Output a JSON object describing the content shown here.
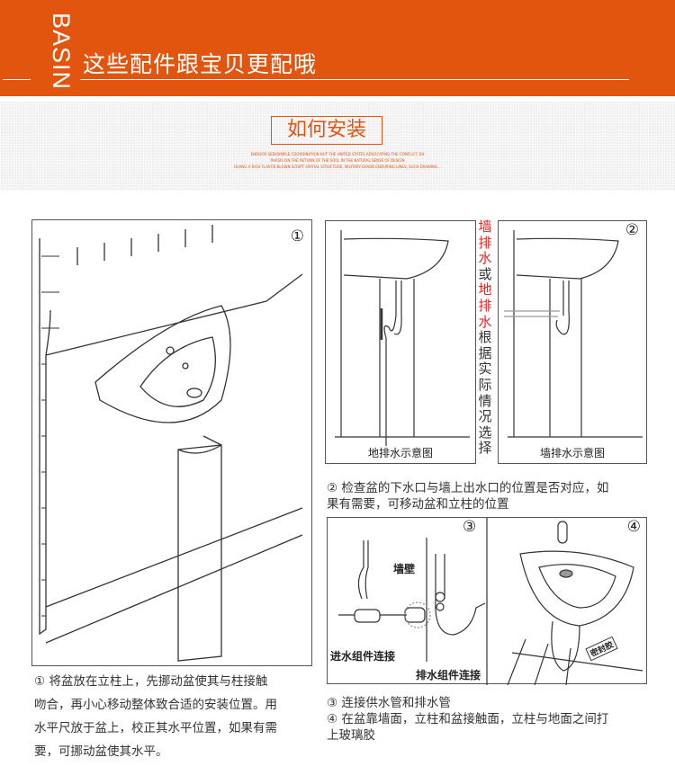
{
  "header": {
    "brand": "BASIN",
    "title": "这些配件跟宝贝更配哦",
    "color": "#e2550f"
  },
  "section": {
    "title": "如何安装",
    "tagline": [
      "ENDOOR SEEKSIMPLE COORDINATION BUT THE UNITED STATES ADVOCATING THE CONFLICT. EH",
      "PHASIS ON THE RETURN OF THE SOUL IN THE NATURAL SENSE OF DESIGN",
      "GIVING A RICH FLAVOR BLOWN SCRIPT SPATIAL STRUCTURE, MILITARY-GRADE ENDURING LINES, SUCH DRAWING..."
    ]
  },
  "panels": {
    "p1": {
      "number": "①"
    },
    "p2a": {
      "caption": "地排水示意图"
    },
    "p2b": {
      "number": "②",
      "caption": "墙排水示意图"
    },
    "vertical_note": {
      "red1": [
        "墙",
        "排",
        "水"
      ],
      "mid": "或",
      "red2": [
        "地",
        "排",
        "水"
      ],
      "rest": [
        "根",
        "据",
        "实",
        "际",
        "情",
        "况",
        "选",
        "择"
      ]
    },
    "p3": {
      "number": "③",
      "wall_label": "墙壁",
      "inlet_label": "进水组件连接",
      "drain_label": "排水组件连接"
    },
    "p4": {
      "number": "④",
      "sealant_label": "密封胶"
    }
  },
  "steps": {
    "s1": [
      "① 将盆放在立柱上，先挪动盆使其与柱接触",
      "吻合，再小心移动整体致合适的安装位置。用",
      "水平尺放于盆上，校正其水平位置，如果有需",
      "要，可挪动盆使其水平。"
    ],
    "s2": [
      "② 检查盆的下水口与墙上出水口的位置是否对应，如",
      "果有需要，可移动盆和立柱的位置"
    ],
    "s3": "③ 连接供水管和排水管",
    "s4": [
      "④ 在盆靠墙面，立柱和盆接触面，立柱与地面之间打",
      "上玻璃胶"
    ]
  }
}
